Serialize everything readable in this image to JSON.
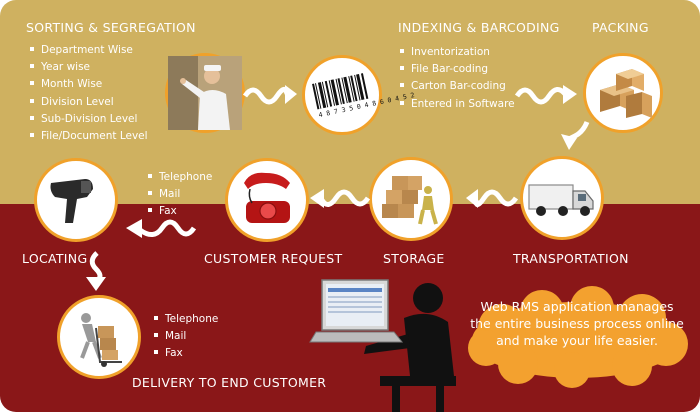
{
  "colors": {
    "top_bg": "#cfb160",
    "bottom_bg": "#8a1718",
    "circle_border": "#f0a12a",
    "cloud": "#f3a12f"
  },
  "sorting": {
    "title": "SORTING & SEGREGATION",
    "items": [
      "Department Wise",
      "Year wise",
      "Month Wise",
      "Division Level",
      "Sub-Division Level",
      "File/Document Level"
    ]
  },
  "indexing": {
    "title": "INDEXING & BARCODING",
    "items": [
      "Inventorization",
      "File Bar-coding",
      "Carton Bar-coding",
      "Entered in Software"
    ]
  },
  "packing": {
    "title": "PACKING"
  },
  "transportation": {
    "title": "TRANSPORTATION"
  },
  "storage": {
    "title": "STORAGE"
  },
  "customer_request": {
    "title": "CUSTOMER REQUEST",
    "items": [
      "Telephone",
      "Mail",
      "Fax"
    ]
  },
  "locating": {
    "title": "LOCATING"
  },
  "delivery": {
    "title": "DELIVERY TO END CUSTOMER",
    "items": [
      "Telephone",
      "Mail",
      "Fax"
    ]
  },
  "barcode": {
    "digits": "4 8 7 3 5 0 4 8 6 0 4 5 2"
  },
  "cloud": {
    "text": "Web RMS application manages the entire business process online and make your life  easier."
  }
}
